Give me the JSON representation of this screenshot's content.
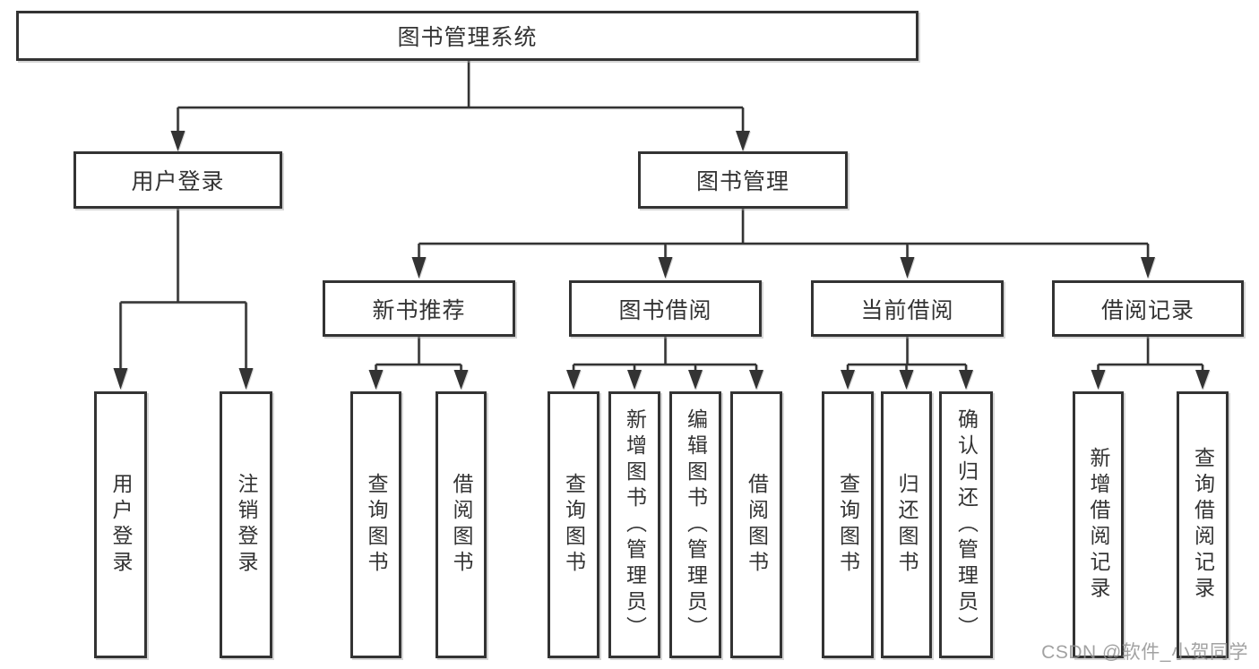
{
  "colors": {
    "line": "#333333",
    "box_border": "#333333",
    "box_background": "#ffffff",
    "text": "#333333",
    "watermark": "#929292",
    "page_background": "#ffffff"
  },
  "watermark": {
    "text": "CSDN @软件_小贺同学"
  },
  "tree": {
    "label": "图书管理系统",
    "children": [
      {
        "label": "用户登录",
        "children": [
          {
            "label": "用户登录"
          },
          {
            "label": "注销登录"
          }
        ]
      },
      {
        "label": "图书管理",
        "children": [
          {
            "label": "新书推荐",
            "children": [
              {
                "label": "查询图书"
              },
              {
                "label": "借阅图书"
              }
            ]
          },
          {
            "label": "图书借阅",
            "children": [
              {
                "label": "查询图书"
              },
              {
                "label": "新增图书（管理员）"
              },
              {
                "label": "编辑图书（管理员）"
              },
              {
                "label": "借阅图书"
              }
            ]
          },
          {
            "label": "当前借阅",
            "children": [
              {
                "label": "查询图书"
              },
              {
                "label": "归还图书"
              },
              {
                "label": "确认归还（管理员）"
              }
            ]
          },
          {
            "label": "借阅记录",
            "children": [
              {
                "label": "新增借阅记录"
              },
              {
                "label": "查询借阅记录"
              }
            ]
          }
        ]
      }
    ]
  }
}
